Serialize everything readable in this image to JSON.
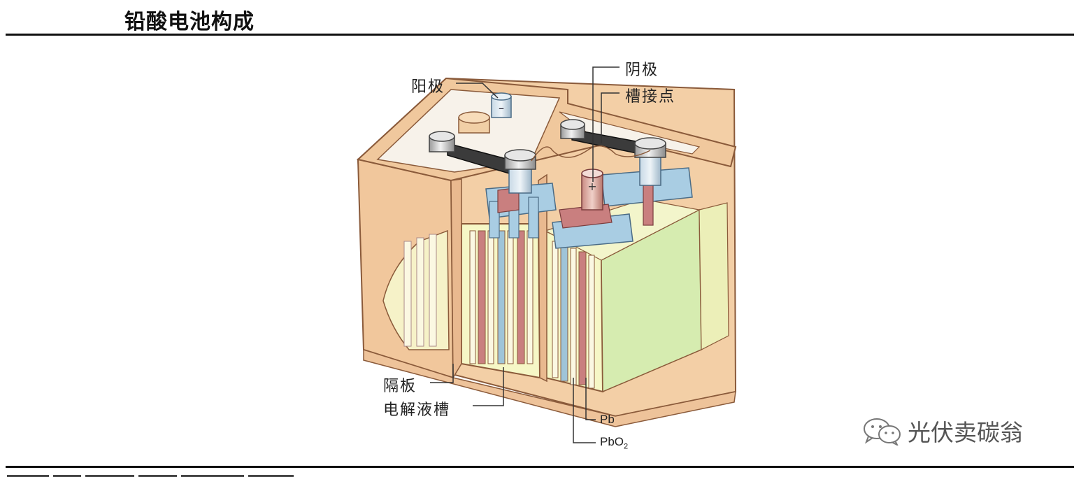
{
  "header": {
    "title": "铅酸电池构成"
  },
  "labels": {
    "anode": "阳极",
    "cathode": "阴极",
    "slot_contact": "槽接点",
    "separator": "隔板",
    "electrolyte_tank": "电解液槽",
    "pb": "Pb",
    "pbo2_base": "PbO",
    "pbo2_sub": "2",
    "minus_sign": "–",
    "plus_sign": "+"
  },
  "watermark": {
    "text": "光伏卖碳翁",
    "icon": "wechat-icon"
  },
  "colors": {
    "case": "#f3cfa6",
    "case_edge": "#8a5a3a",
    "lid": "#f7f2ea",
    "electrolyte": "#f6f7c6",
    "plate_green": "#d6ecb0",
    "terminal_blue": "#a9cde3",
    "plate_red": "#c97f7f",
    "post_grey": "#8f8f8f"
  }
}
